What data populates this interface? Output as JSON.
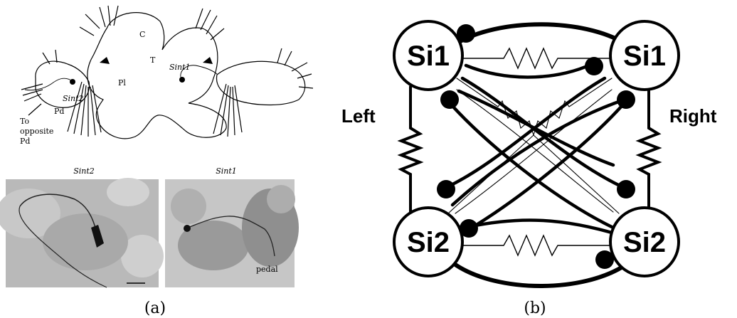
{
  "panel_a": {
    "caption": "(a)",
    "diagram_labels": {
      "c": "C",
      "t": "T",
      "pl": "Pl",
      "pd": "Pd",
      "sint1": "Sint1",
      "sint2": "Sint2",
      "to_opposite_1": "To",
      "to_opposite_2": "opposite",
      "to_opposite_3": "Pd"
    },
    "photo_left_title": "Sint2",
    "photo_right_title": "Sint1",
    "photo_right_label": "pedal"
  },
  "panel_b": {
    "caption": "(b)",
    "side_left": "Left",
    "side_right": "Right",
    "nodes": {
      "top_left": "Si1",
      "top_right": "Si1",
      "bottom_left": "Si2",
      "bottom_right": "Si2"
    }
  }
}
